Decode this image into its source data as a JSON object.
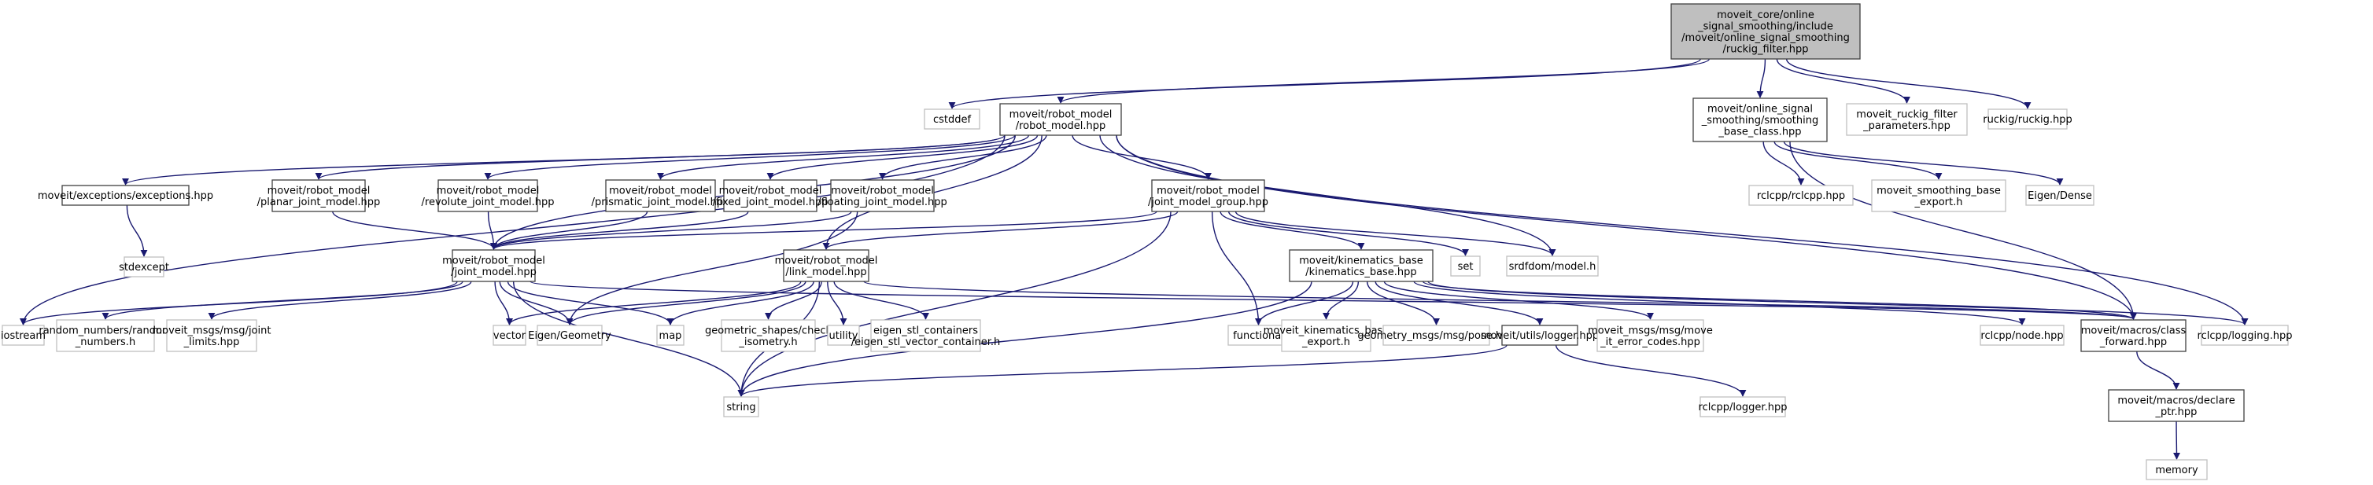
{
  "title": "Include dependency graph for ruckig_filter.hpp",
  "colors": {
    "edge": "#191970",
    "root_fill": "#bfbfbf",
    "root_stroke": "#404040",
    "documented_stroke": "#404040",
    "external_stroke": "#bfbfbf",
    "background": "#ffffff"
  },
  "nodes": [
    {
      "id": "root",
      "kind": "root",
      "lines": [
        "moveit_core/online",
        "_signal_smoothing/include",
        "/moveit/online_signal_smoothing",
        "/ruckig_filter.hpp"
      ]
    },
    {
      "id": "cstddef",
      "kind": "external",
      "lines": [
        "cstddef"
      ]
    },
    {
      "id": "robot_model",
      "kind": "documented",
      "lines": [
        "moveit/robot_model",
        "/robot_model.hpp"
      ]
    },
    {
      "id": "smoothing_base",
      "kind": "documented",
      "lines": [
        "moveit/online_signal",
        "_smoothing/smoothing",
        "_base_class.hpp"
      ]
    },
    {
      "id": "ruckig_params",
      "kind": "external",
      "lines": [
        "moveit_ruckig_filter",
        "_parameters.hpp"
      ]
    },
    {
      "id": "ruckig",
      "kind": "external",
      "lines": [
        "ruckig/ruckig.hpp"
      ]
    },
    {
      "id": "exceptions",
      "kind": "documented",
      "lines": [
        "moveit/exceptions/exceptions.hpp"
      ]
    },
    {
      "id": "planar",
      "kind": "documented",
      "lines": [
        "moveit/robot_model",
        "/planar_joint_model.hpp"
      ]
    },
    {
      "id": "revolute",
      "kind": "documented",
      "lines": [
        "moveit/robot_model",
        "/revolute_joint_model.hpp"
      ]
    },
    {
      "id": "prismatic",
      "kind": "documented",
      "lines": [
        "moveit/robot_model",
        "/prismatic_joint_model.hpp"
      ]
    },
    {
      "id": "fixed",
      "kind": "documented",
      "lines": [
        "moveit/robot_model",
        "/fixed_joint_model.hpp"
      ]
    },
    {
      "id": "floating",
      "kind": "documented",
      "lines": [
        "moveit/robot_model",
        "/floating_joint_model.hpp"
      ]
    },
    {
      "id": "jmg",
      "kind": "documented",
      "lines": [
        "moveit/robot_model",
        "/joint_model_group.hpp"
      ]
    },
    {
      "id": "rclcpp",
      "kind": "external",
      "lines": [
        "rclcpp/rclcpp.hpp"
      ]
    },
    {
      "id": "smoothing_export",
      "kind": "external",
      "lines": [
        "moveit_smoothing_base",
        "_export.h"
      ]
    },
    {
      "id": "eigen_dense",
      "kind": "external",
      "lines": [
        "Eigen/Dense"
      ]
    },
    {
      "id": "stdexcept",
      "kind": "external",
      "lines": [
        "stdexcept"
      ]
    },
    {
      "id": "joint_model",
      "kind": "documented",
      "lines": [
        "moveit/robot_model",
        "/joint_model.hpp"
      ]
    },
    {
      "id": "link_model",
      "kind": "documented",
      "lines": [
        "moveit/robot_model",
        "/link_model.hpp"
      ]
    },
    {
      "id": "kinematics_base",
      "kind": "documented",
      "lines": [
        "moveit/kinematics_base",
        "/kinematics_base.hpp"
      ]
    },
    {
      "id": "set",
      "kind": "external",
      "lines": [
        "set"
      ]
    },
    {
      "id": "srdf",
      "kind": "external",
      "lines": [
        "srdfdom/model.h"
      ]
    },
    {
      "id": "iostream",
      "kind": "external",
      "lines": [
        "iostream"
      ]
    },
    {
      "id": "random_numbers",
      "kind": "external",
      "lines": [
        "random_numbers/random",
        "_numbers.h"
      ]
    },
    {
      "id": "joint_limits",
      "kind": "external",
      "lines": [
        "moveit_msgs/msg/joint",
        "_limits.hpp"
      ]
    },
    {
      "id": "vector",
      "kind": "external",
      "lines": [
        "vector"
      ]
    },
    {
      "id": "eigen_geometry",
      "kind": "external",
      "lines": [
        "Eigen/Geometry"
      ]
    },
    {
      "id": "map",
      "kind": "external",
      "lines": [
        "map"
      ]
    },
    {
      "id": "check_isometry",
      "kind": "external",
      "lines": [
        "geometric_shapes/check",
        "_isometry.h"
      ]
    },
    {
      "id": "utility",
      "kind": "external",
      "lines": [
        "utility"
      ]
    },
    {
      "id": "eigen_stl",
      "kind": "external",
      "lines": [
        "eigen_stl_containers",
        "/eigen_stl_vector_container.h"
      ]
    },
    {
      "id": "functional",
      "kind": "external",
      "lines": [
        "functional"
      ]
    },
    {
      "id": "kin_export",
      "kind": "external",
      "lines": [
        "moveit_kinematics_base",
        "_export.h"
      ]
    },
    {
      "id": "pose",
      "kind": "external",
      "lines": [
        "geometry_msgs/msg/pose.hpp"
      ]
    },
    {
      "id": "logger",
      "kind": "documented",
      "lines": [
        "moveit/utils/logger.hpp"
      ]
    },
    {
      "id": "error_codes",
      "kind": "external",
      "lines": [
        "moveit_msgs/msg/move",
        "_it_error_codes.hpp"
      ]
    },
    {
      "id": "node",
      "kind": "external",
      "lines": [
        "rclcpp/node.hpp"
      ]
    },
    {
      "id": "class_forward",
      "kind": "documented",
      "lines": [
        "moveit/macros/class",
        "_forward.hpp"
      ]
    },
    {
      "id": "logging",
      "kind": "external",
      "lines": [
        "rclcpp/logging.hpp"
      ]
    },
    {
      "id": "string",
      "kind": "external",
      "lines": [
        "string"
      ]
    },
    {
      "id": "rclcpp_logger",
      "kind": "external",
      "lines": [
        "rclcpp/logger.hpp"
      ]
    },
    {
      "id": "declare_ptr",
      "kind": "documented",
      "lines": [
        "moveit/macros/declare",
        "_ptr.hpp"
      ]
    },
    {
      "id": "memory",
      "kind": "external",
      "lines": [
        "memory"
      ]
    }
  ],
  "edges": [
    [
      "root",
      "cstddef"
    ],
    [
      "root",
      "robot_model"
    ],
    [
      "root",
      "smoothing_base"
    ],
    [
      "root",
      "ruckig_params"
    ],
    [
      "root",
      "ruckig"
    ],
    [
      "robot_model",
      "exceptions"
    ],
    [
      "robot_model",
      "iostream"
    ],
    [
      "robot_model",
      "planar"
    ],
    [
      "robot_model",
      "revolute"
    ],
    [
      "robot_model",
      "prismatic"
    ],
    [
      "robot_model",
      "fixed"
    ],
    [
      "robot_model",
      "floating"
    ],
    [
      "robot_model",
      "jmg"
    ],
    [
      "robot_model",
      "link_model"
    ],
    [
      "robot_model",
      "joint_model"
    ],
    [
      "robot_model",
      "srdf"
    ],
    [
      "robot_model",
      "class_forward"
    ],
    [
      "robot_model",
      "logging"
    ],
    [
      "exceptions",
      "stdexcept"
    ],
    [
      "planar",
      "joint_model"
    ],
    [
      "revolute",
      "joint_model"
    ],
    [
      "prismatic",
      "joint_model"
    ],
    [
      "fixed",
      "joint_model"
    ],
    [
      "floating",
      "joint_model"
    ],
    [
      "floating",
      "eigen_geometry"
    ],
    [
      "jmg",
      "joint_model"
    ],
    [
      "jmg",
      "link_model"
    ],
    [
      "jmg",
      "kinematics_base"
    ],
    [
      "jmg",
      "set"
    ],
    [
      "jmg",
      "srdf"
    ],
    [
      "jmg",
      "functional"
    ],
    [
      "jmg",
      "string"
    ],
    [
      "joint_model",
      "iostream"
    ],
    [
      "joint_model",
      "random_numbers"
    ],
    [
      "joint_model",
      "joint_limits"
    ],
    [
      "joint_model",
      "vector"
    ],
    [
      "joint_model",
      "eigen_geometry"
    ],
    [
      "joint_model",
      "map"
    ],
    [
      "joint_model",
      "string"
    ],
    [
      "joint_model",
      "class_forward"
    ],
    [
      "link_model",
      "vector"
    ],
    [
      "link_model",
      "eigen_geometry"
    ],
    [
      "link_model",
      "map"
    ],
    [
      "link_model",
      "check_isometry"
    ],
    [
      "link_model",
      "utility"
    ],
    [
      "link_model",
      "eigen_stl"
    ],
    [
      "link_model",
      "string"
    ],
    [
      "link_model",
      "class_forward"
    ],
    [
      "kinematics_base",
      "functional"
    ],
    [
      "kinematics_base",
      "kin_export"
    ],
    [
      "kinematics_base",
      "pose"
    ],
    [
      "kinematics_base",
      "logger"
    ],
    [
      "kinematics_base",
      "error_codes"
    ],
    [
      "kinematics_base",
      "node"
    ],
    [
      "kinematics_base",
      "class_forward"
    ],
    [
      "kinematics_base",
      "logging"
    ],
    [
      "kinematics_base",
      "string"
    ],
    [
      "smoothing_base",
      "rclcpp"
    ],
    [
      "smoothing_base",
      "smoothing_export"
    ],
    [
      "smoothing_base",
      "eigen_dense"
    ],
    [
      "smoothing_base",
      "class_forward"
    ],
    [
      "logger",
      "string"
    ],
    [
      "logger",
      "rclcpp_logger"
    ],
    [
      "class_forward",
      "declare_ptr"
    ],
    [
      "declare_ptr",
      "memory"
    ]
  ]
}
